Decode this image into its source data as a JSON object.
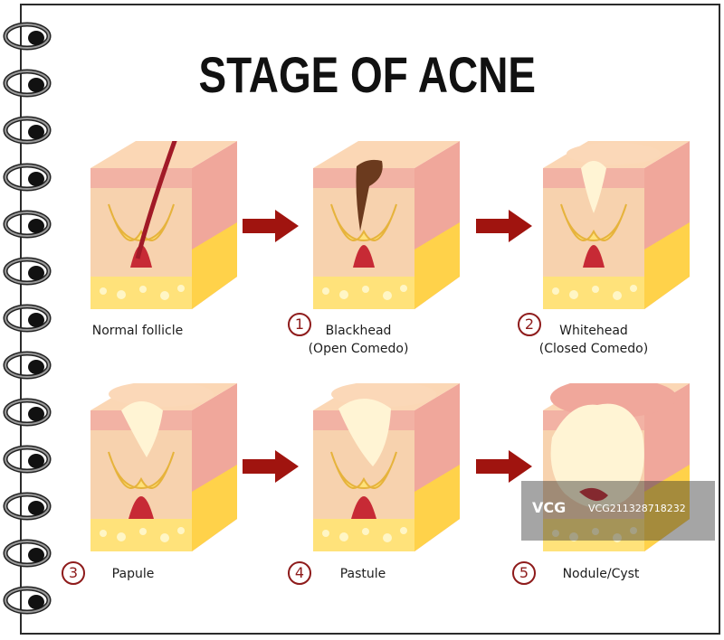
{
  "title": "STAGE OF ACNE",
  "stages": [
    {
      "number": "",
      "name": "Normal follicle",
      "subname": ""
    },
    {
      "number": "1",
      "name": "Blackhead",
      "subname": "(Open Comedo)"
    },
    {
      "number": "2",
      "name": "Whitehead",
      "subname": "(Closed Comedo)"
    },
    {
      "number": "3",
      "name": "Papule",
      "subname": ""
    },
    {
      "number": "4",
      "name": "Pastule",
      "subname": ""
    },
    {
      "number": "5",
      "name": "Nodule/Cyst",
      "subname": ""
    }
  ],
  "watermark": {
    "logo": "VCG",
    "code": "VCG211328718232"
  },
  "colors": {
    "arrow": "#a0140f",
    "number_ring": "#8e1b1b",
    "skin_top": "#f3b6a8",
    "dermis": "#f7c9a4",
    "fat": "#ffe27a",
    "follicle": "#c72a35"
  }
}
